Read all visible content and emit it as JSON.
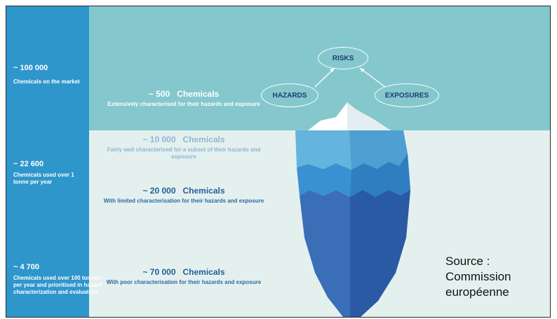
{
  "sidebar": {
    "bands": [
      {
        "count": "~ 100 000",
        "description": "Chemicals on the market"
      },
      {
        "count": "~ 22 600",
        "description": "Chemicals used over 1 tonne per year"
      },
      {
        "count": "~ 4 700",
        "description": "Chemicals used over 100 tonnes per year and prioritised in hazard characterization and evaluation"
      }
    ]
  },
  "levels": [
    {
      "count": "~ 500",
      "unit": "Chemicals",
      "description": "Extensively characterised for their hazards and exposure"
    },
    {
      "count": "~ 10 000",
      "unit": "Chemicals",
      "description": "Fairly well characterised for a subset of their hazards and exposure"
    },
    {
      "count": "~ 20 000",
      "unit": "Chemicals",
      "description": "With limited characterisation for their hazards and exposure"
    },
    {
      "count": "~ 70 000",
      "unit": "Chemicals",
      "description": "With poor characterisation for their hazards and exposure"
    }
  ],
  "risk_diagram": {
    "top": "RISKS",
    "left": "HAZARDS",
    "right": "EXPOSURES"
  },
  "source": {
    "line1": "Source :",
    "line2": "Commission",
    "line3": "européenne"
  },
  "colors": {
    "sky": "#84c8cd",
    "water": "#e4f0ee",
    "sidebar": "#2f96cc",
    "ice_tip": "#ffffff",
    "ice_light": "#4aa6d8",
    "ice_mid": "#3a83c9",
    "ice_deep": "#2b5fa8"
  }
}
